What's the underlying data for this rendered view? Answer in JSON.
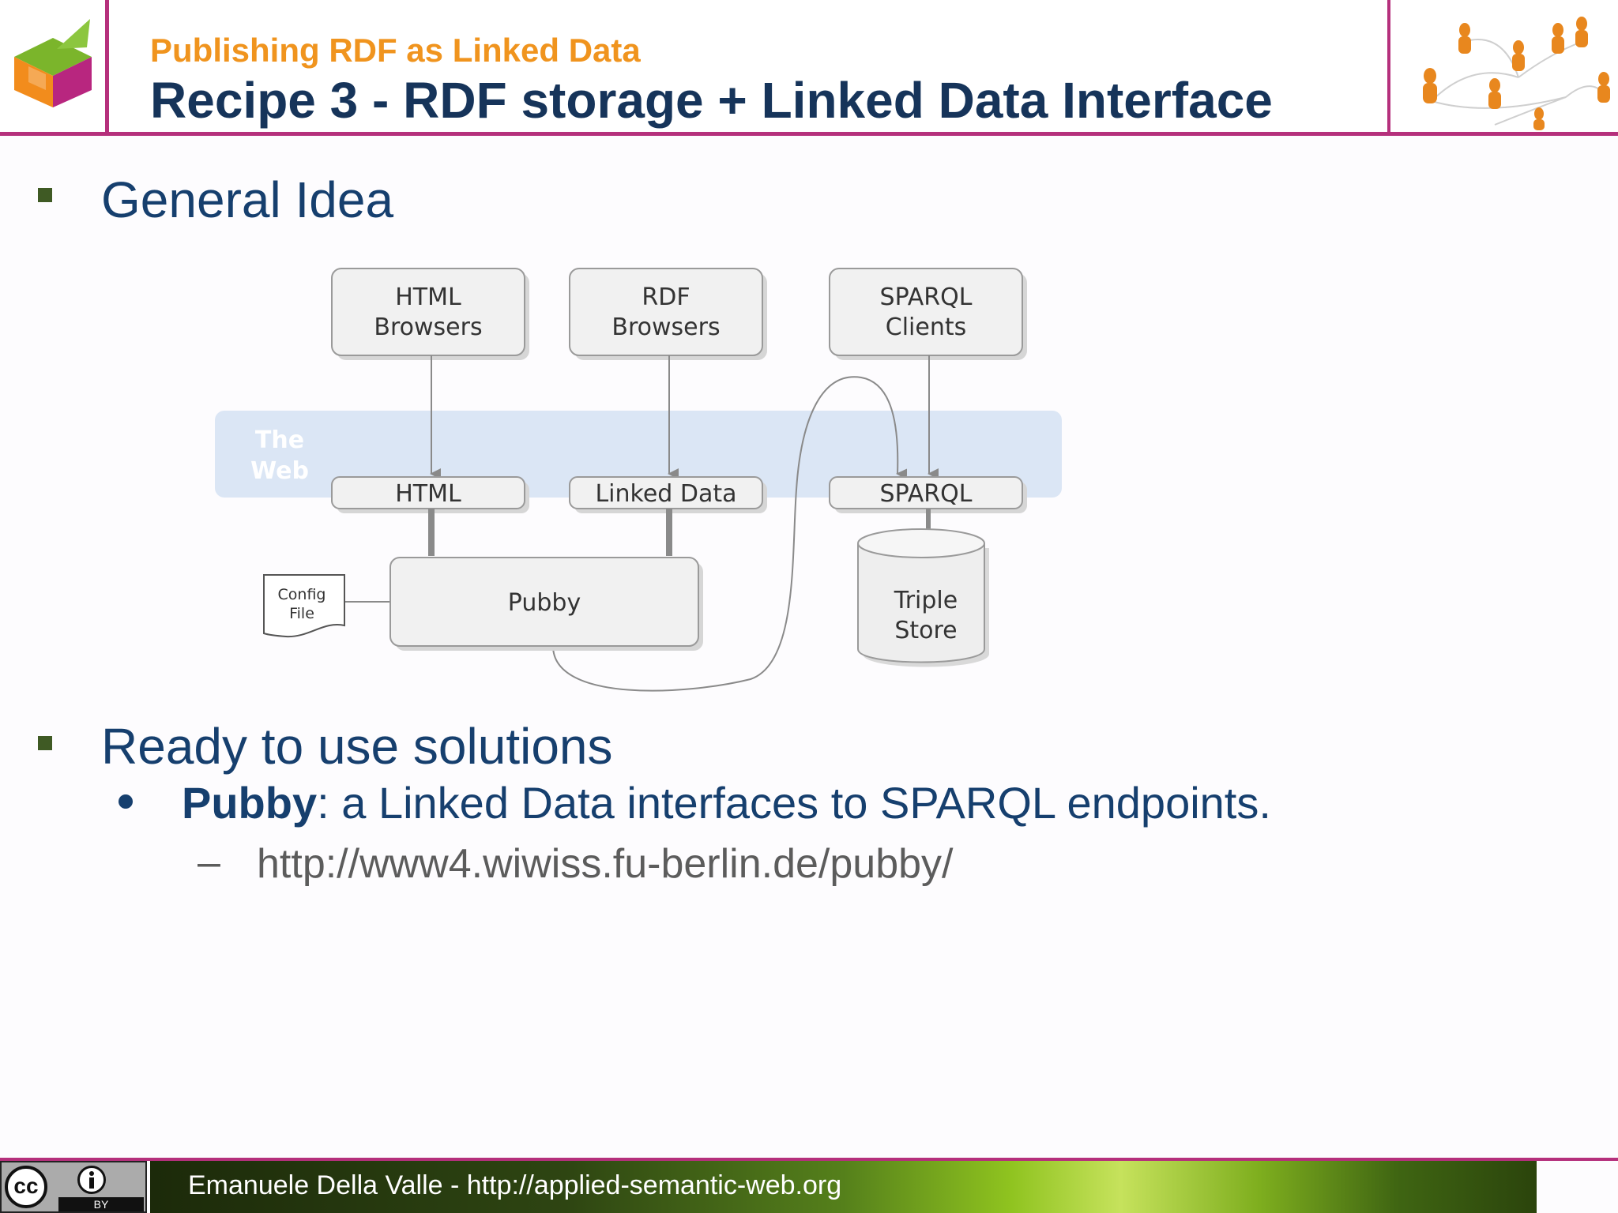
{
  "header": {
    "subtitle": "Publishing RDF as Linked Data",
    "title": "Recipe 3 - RDF storage + Linked Data Interface"
  },
  "bullets": {
    "general_idea": "General Idea",
    "ready": "Ready to use solutions",
    "pubby_name": "Pubby",
    "pubby_desc": ": a Linked Data interfaces to SPARQL endpoints.",
    "dash": "–",
    "pubby_url": "http://www4.wiwiss.fu-berlin.de/pubby/"
  },
  "diagram": {
    "html_browsers_1": "HTML",
    "html_browsers_2": "Browsers",
    "rdf_browsers_1": "RDF",
    "rdf_browsers_2": "Browsers",
    "sparql_clients_1": "SPARQL",
    "sparql_clients_2": "Clients",
    "web_1": "The",
    "web_2": "Web",
    "html": "HTML",
    "linked_data": "Linked Data",
    "sparql": "SPARQL",
    "config_1": "Config",
    "config_2": "File",
    "pubby": "Pubby",
    "triple_1": "Triple",
    "triple_2": "Store"
  },
  "footer": {
    "text": "Emanuele Della Valle - http://applied-semantic-web.org",
    "cc_label": "cc",
    "by_label": "BY"
  },
  "colors": {
    "accent": "#b5307c",
    "subtitle": "#f0941e",
    "title": "#16345a",
    "body": "#163f6e"
  }
}
